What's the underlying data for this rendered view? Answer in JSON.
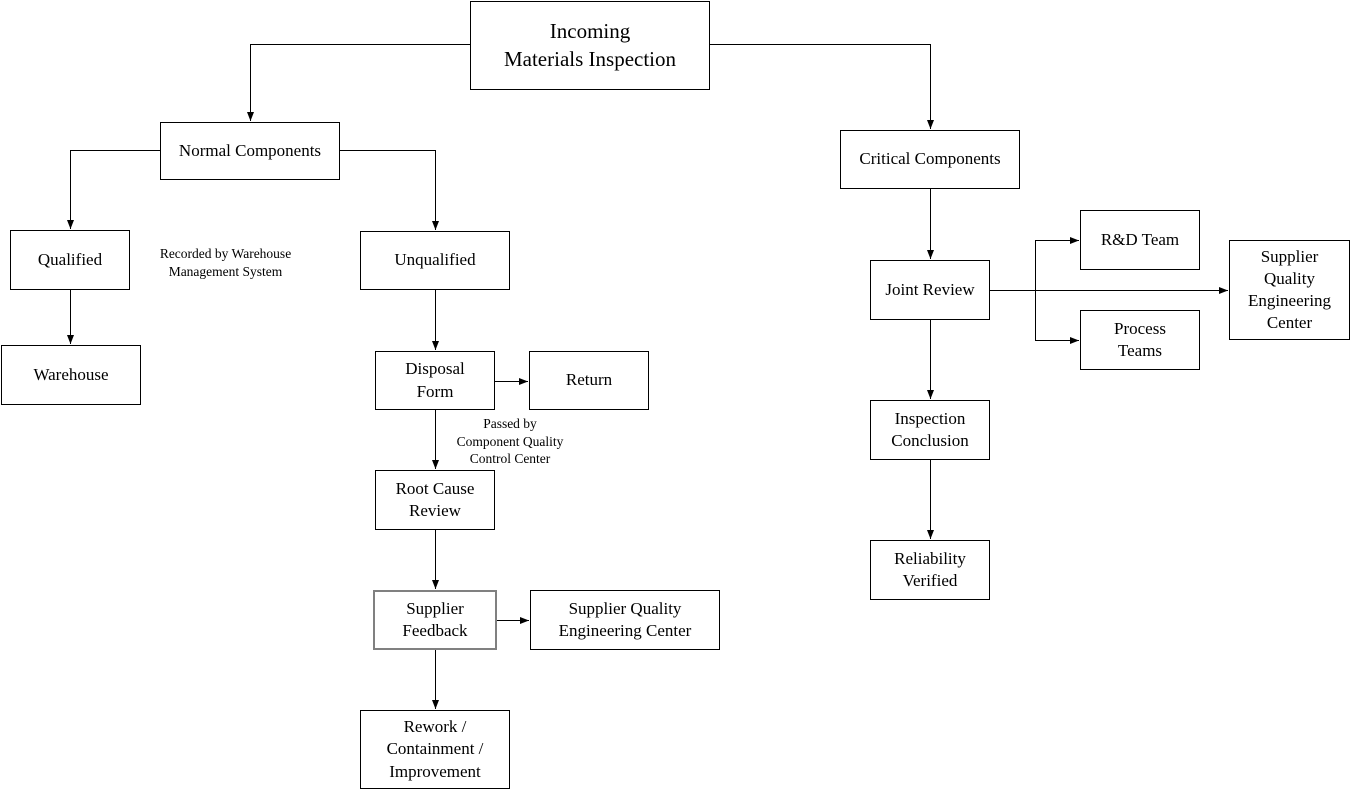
{
  "diagram_type": "flowchart",
  "nodes": {
    "incoming": {
      "label": "Incoming\nMaterials Inspection"
    },
    "normal": {
      "label": "Normal Components"
    },
    "critical": {
      "label": "Critical Components"
    },
    "qualified": {
      "label": "Qualified"
    },
    "unqualified": {
      "label": "Unqualified"
    },
    "warehouse": {
      "label": "Warehouse"
    },
    "disposal": {
      "label": "Disposal\nForm"
    },
    "return": {
      "label": "Return"
    },
    "root_cause": {
      "label": "Root Cause\nReview"
    },
    "supplier_feedback": {
      "label": "Supplier\nFeedback"
    },
    "sqec_left": {
      "label": "Supplier Quality\nEngineering Center"
    },
    "rework": {
      "label": "Rework /\nContainment /\nImprovement"
    },
    "joint_review": {
      "label": "Joint Review"
    },
    "rd_team": {
      "label": "R&D Team"
    },
    "process_teams": {
      "label": "Process\nTeams"
    },
    "sqec_right": {
      "label": "Supplier\nQuality\nEngineering\nCenter"
    },
    "inspection": {
      "label": "Inspection\nConclusion"
    },
    "reliability": {
      "label": "Reliability\nVerified"
    }
  },
  "annotations": {
    "recorded_by": "Recorded by Warehouse\nManagement System",
    "passed_by": "Passed by\nComponent Quality\nControl Center"
  },
  "edges": [
    {
      "from": "incoming",
      "to": "normal"
    },
    {
      "from": "incoming",
      "to": "critical"
    },
    {
      "from": "normal",
      "to": "qualified"
    },
    {
      "from": "normal",
      "to": "unqualified"
    },
    {
      "from": "qualified",
      "to": "warehouse",
      "annotation": "Recorded by Warehouse Management System"
    },
    {
      "from": "unqualified",
      "to": "disposal"
    },
    {
      "from": "disposal",
      "to": "return"
    },
    {
      "from": "disposal",
      "to": "root_cause",
      "annotation": "Passed by Component Quality Control Center"
    },
    {
      "from": "root_cause",
      "to": "supplier_feedback"
    },
    {
      "from": "supplier_feedback",
      "to": "sqec_left"
    },
    {
      "from": "supplier_feedback",
      "to": "rework"
    },
    {
      "from": "critical",
      "to": "joint_review"
    },
    {
      "from": "joint_review",
      "to": "rd_team"
    },
    {
      "from": "joint_review",
      "to": "process_teams"
    },
    {
      "from": "joint_review",
      "to": "sqec_right"
    },
    {
      "from": "joint_review",
      "to": "inspection"
    },
    {
      "from": "inspection",
      "to": "reliability"
    }
  ],
  "colors": {
    "background": "#ffffff",
    "box_border": "#000000",
    "highlight_border": "#808080",
    "line": "#000000",
    "text": "#000000"
  }
}
